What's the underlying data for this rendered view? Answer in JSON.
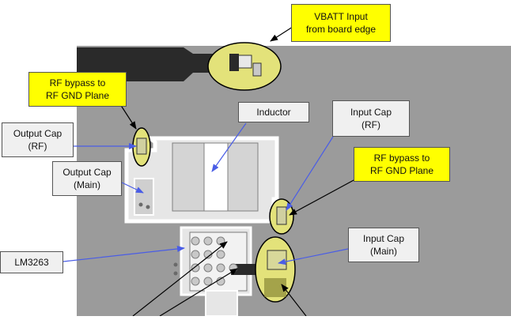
{
  "colors": {
    "board": "#9b9b9b",
    "copper": "#e6e6e6",
    "trace_dark": "#2a2a2a",
    "highlight": "#e3e27a",
    "callout_yellow": "#ffff00",
    "callout_gray": "#f0f0f0",
    "arrow_black": "#000000",
    "arrow_blue": "#4a5de6"
  },
  "callouts": {
    "vbatt_input": {
      "line1": "VBATT Input",
      "line2": "from board edge"
    },
    "rf_bypass_left": {
      "line1": "RF bypass to",
      "line2": "RF GND Plane"
    },
    "output_cap_rf": {
      "line1": "Output Cap",
      "line2": "(RF)"
    },
    "inductor": {
      "line1": "Inductor"
    },
    "input_cap_rf": {
      "line1": "Input Cap",
      "line2": "(RF)"
    },
    "output_cap_main": {
      "line1": "Output Cap",
      "line2": "(Main)"
    },
    "rf_bypass_right": {
      "line1": "RF bypass to",
      "line2": "RF GND Plane"
    },
    "lm3263": {
      "line1": "LM3263"
    },
    "input_cap_main": {
      "line1": "Input Cap",
      "line2": "(Main)"
    }
  }
}
